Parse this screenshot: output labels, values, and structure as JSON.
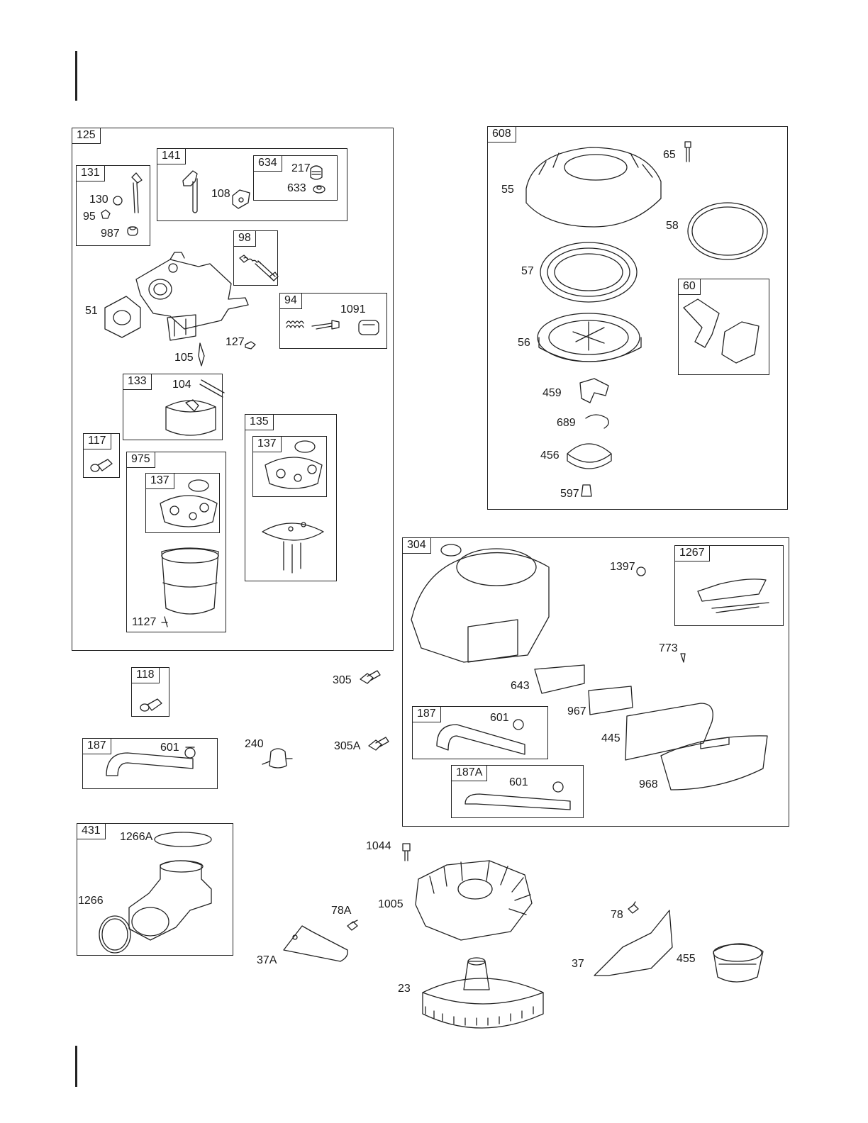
{
  "kits": {
    "k125": "125",
    "k131": "131",
    "k141": "141",
    "k634": "634",
    "k98": "98",
    "k94": "94",
    "k133": "133",
    "k117": "117",
    "k975": "975",
    "k137a": "137",
    "k135": "135",
    "k137b": "137",
    "k118": "118",
    "k187a": "187",
    "k431": "431",
    "k608": "608",
    "k60": "60",
    "k304": "304",
    "k1267": "1267",
    "k187b": "187",
    "k187A": "187A"
  },
  "parts": {
    "p130": "130",
    "p95": "95",
    "p987": "987",
    "p108": "108",
    "p217": "217",
    "p633": "633",
    "p51": "51",
    "p105": "105",
    "p127": "127",
    "p1091": "1091",
    "p104": "104",
    "p1127": "1127",
    "p305": "305",
    "p601a": "601",
    "p240": "240",
    "p305A": "305A",
    "p1266A": "1266A",
    "p1266": "1266",
    "p1044": "1044",
    "p1005": "1005",
    "p78A": "78A",
    "p37A": "37A",
    "p23": "23",
    "p65": "65",
    "p55": "55",
    "p58": "58",
    "p57": "57",
    "p56": "56",
    "p459": "459",
    "p689": "689",
    "p456": "456",
    "p597": "597",
    "p1397": "1397",
    "p773": "773",
    "p643": "643",
    "p967": "967",
    "p445": "445",
    "p968": "968",
    "p601b": "601",
    "p601c": "601",
    "p78": "78",
    "p37": "37",
    "p455": "455"
  }
}
